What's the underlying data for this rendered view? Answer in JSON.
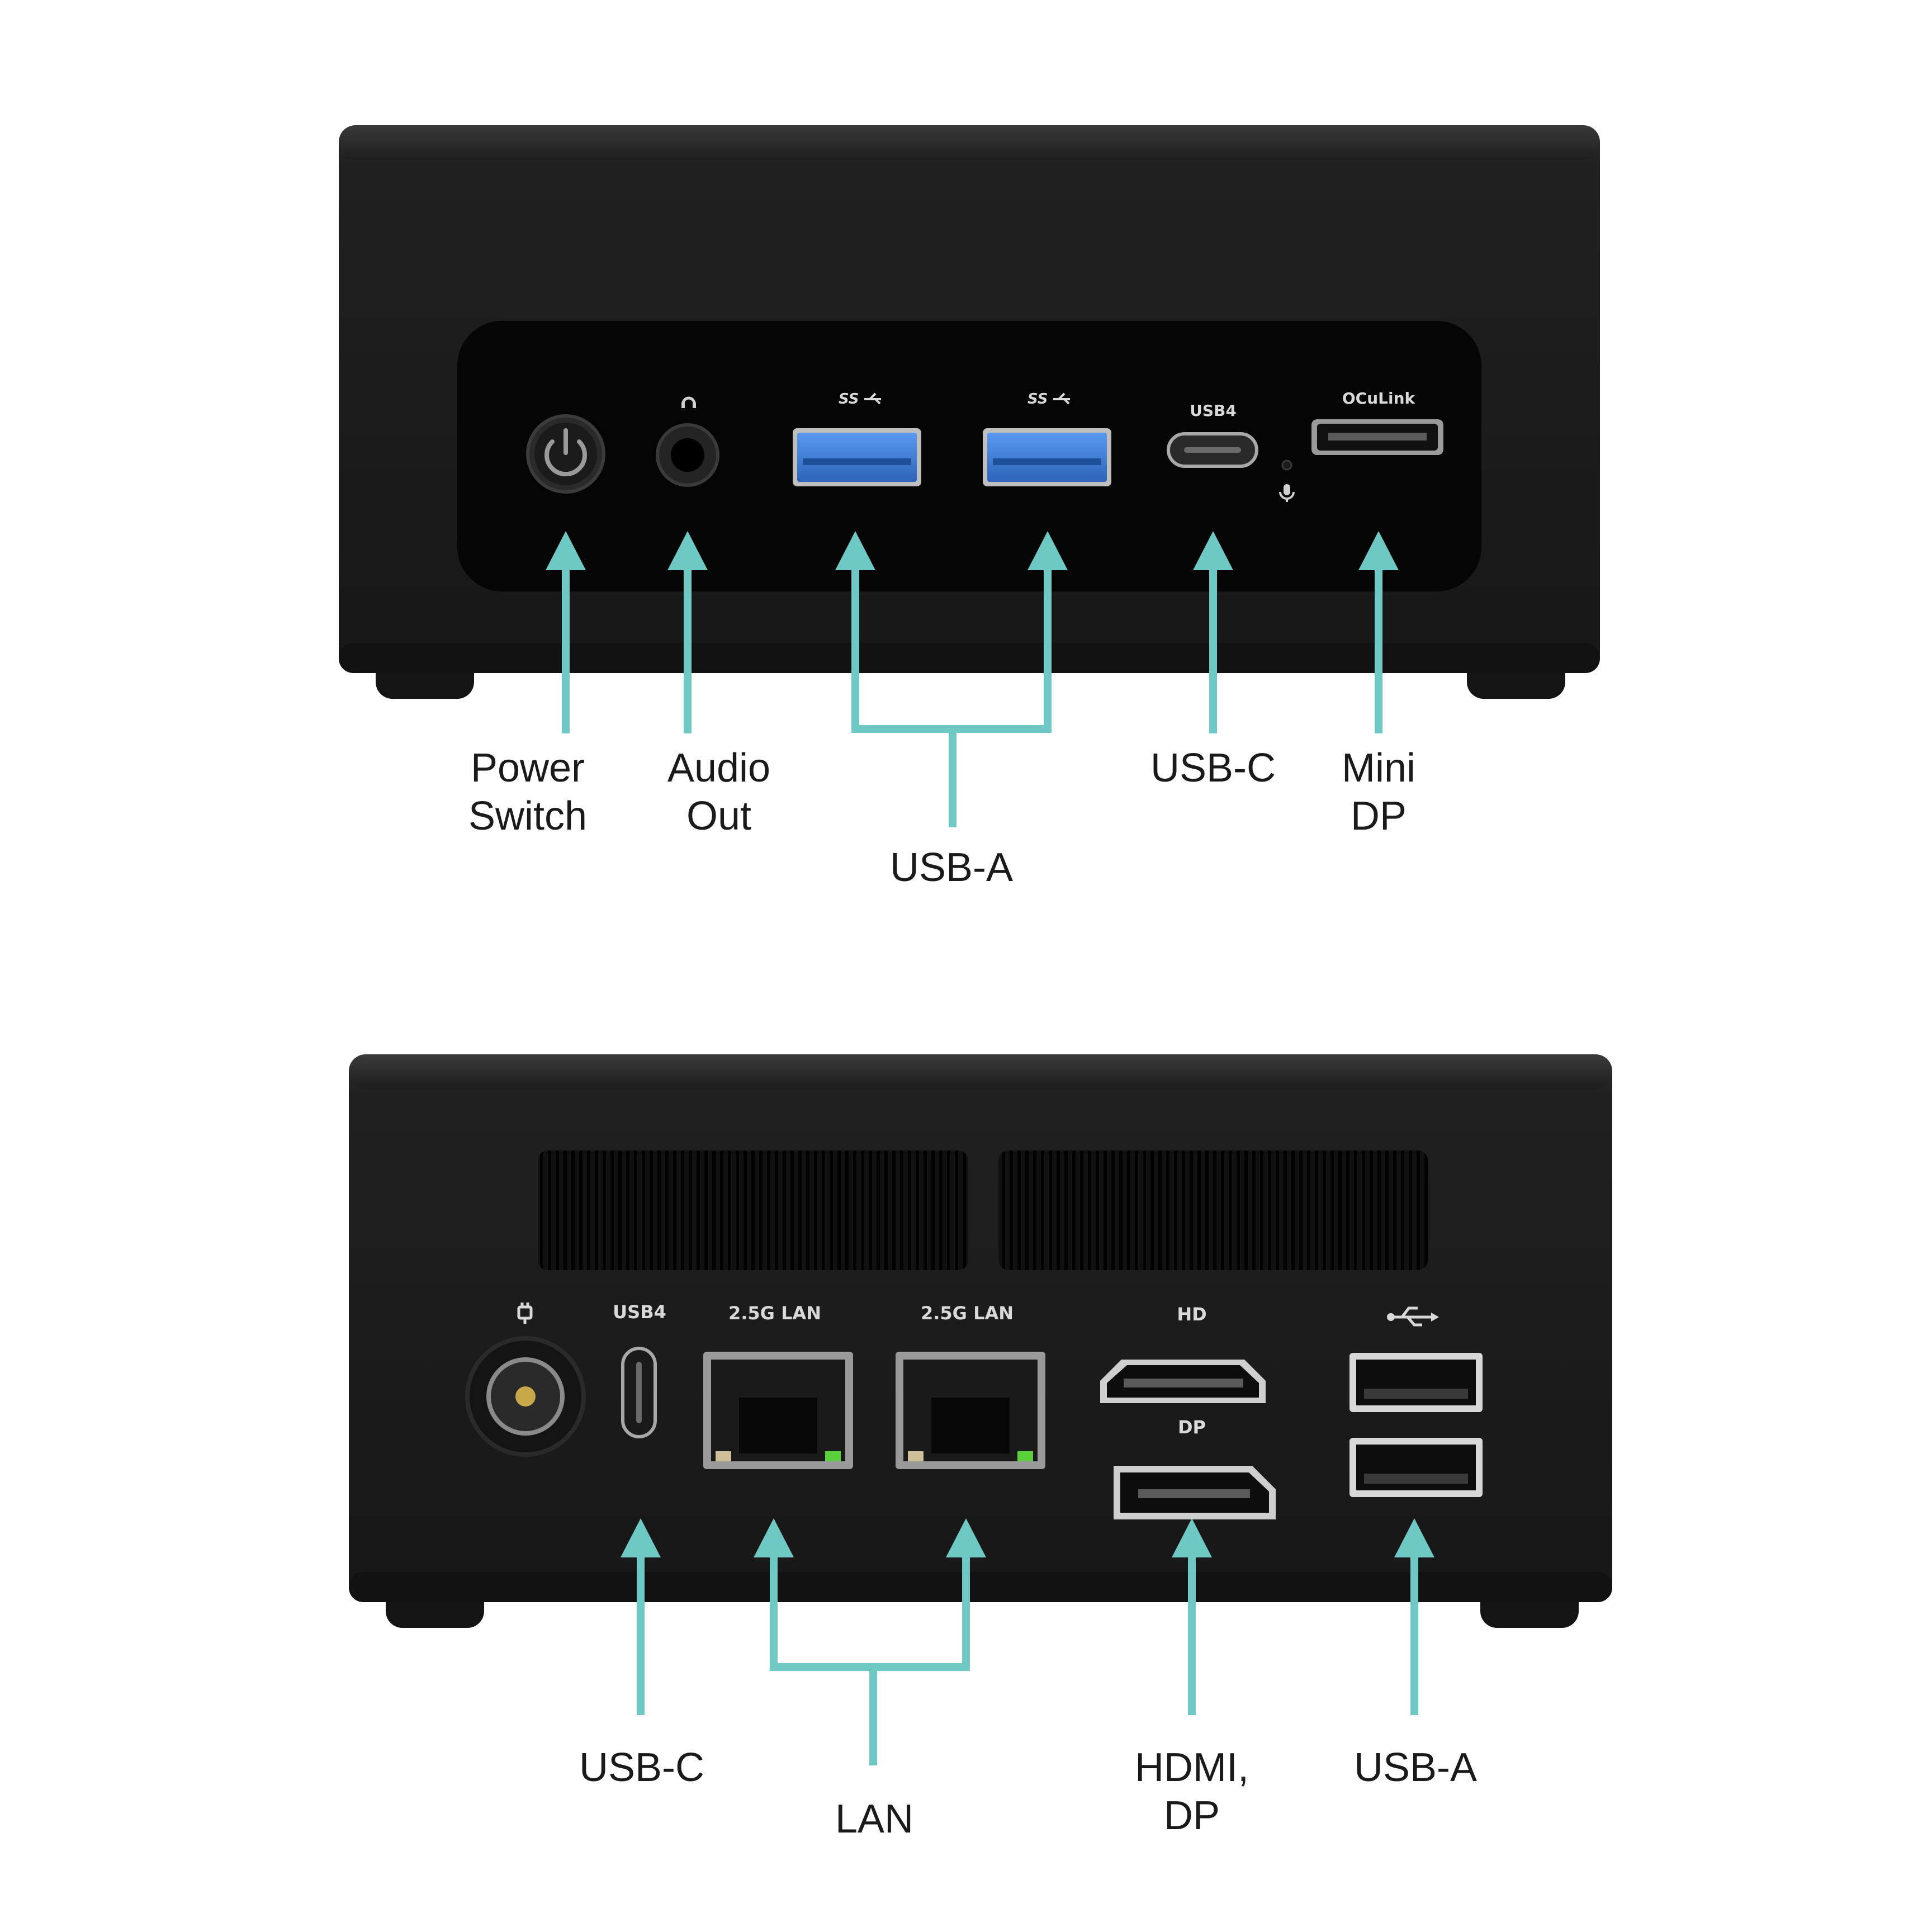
{
  "colors": {
    "callout": "#6ec8c4",
    "chassis": "#1c1c1c",
    "panel": "#050505",
    "usb3_blue": "#3f7fd6",
    "lan_led": "#5ad13a",
    "text": "#1a1a1a"
  },
  "front": {
    "silkscreen": {
      "headphone": "headphone-icon",
      "usb3_a": "SS",
      "usb3_b": "SS",
      "usb4": "USB4",
      "oculink": "OCuLink",
      "mic": "microphone-icon"
    },
    "callouts": {
      "power": [
        "Power",
        "Switch"
      ],
      "audio": [
        "Audio",
        "Out"
      ],
      "usba": "USB-A",
      "usbc": "USB-C",
      "minidp": [
        "Mini",
        "DP"
      ]
    }
  },
  "rear": {
    "silkscreen": {
      "dc": "dc-power-icon",
      "usb4": "USB4",
      "lan1": "2.5G LAN",
      "lan2": "2.5G LAN",
      "hd": "HD",
      "dp": "DP",
      "usb": "usb-trident-icon"
    },
    "callouts": {
      "usbc": "USB-C",
      "lan": "LAN",
      "hdmi_dp": [
        "HDMI,",
        "DP"
      ],
      "usba": "USB-A"
    }
  }
}
